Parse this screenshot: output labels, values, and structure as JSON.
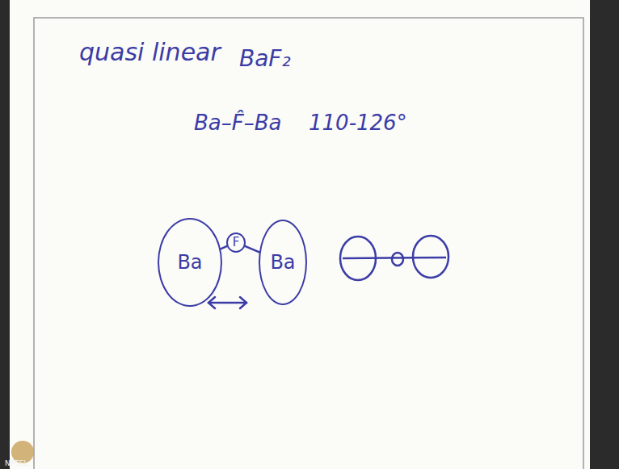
{
  "diagram": {
    "title": "quasi linear",
    "nodes": [
      {
        "text": [
          "Ba"
        ]
      },
      {
        "text": [
          "F"
        ]
      },
      {
        "text": [
          "Ba"
        ]
      }
    ],
    "edges": [
      {
        "from": 0,
        "to": 1,
        "arrow": "none"
      },
      {
        "from": 1,
        "to": 2,
        "arrow": "none"
      }
    ],
    "labels": [
      "BaF₂",
      "Ba–F̂–Ba",
      "110-126°",
      "NPTEL"
    ]
  }
}
